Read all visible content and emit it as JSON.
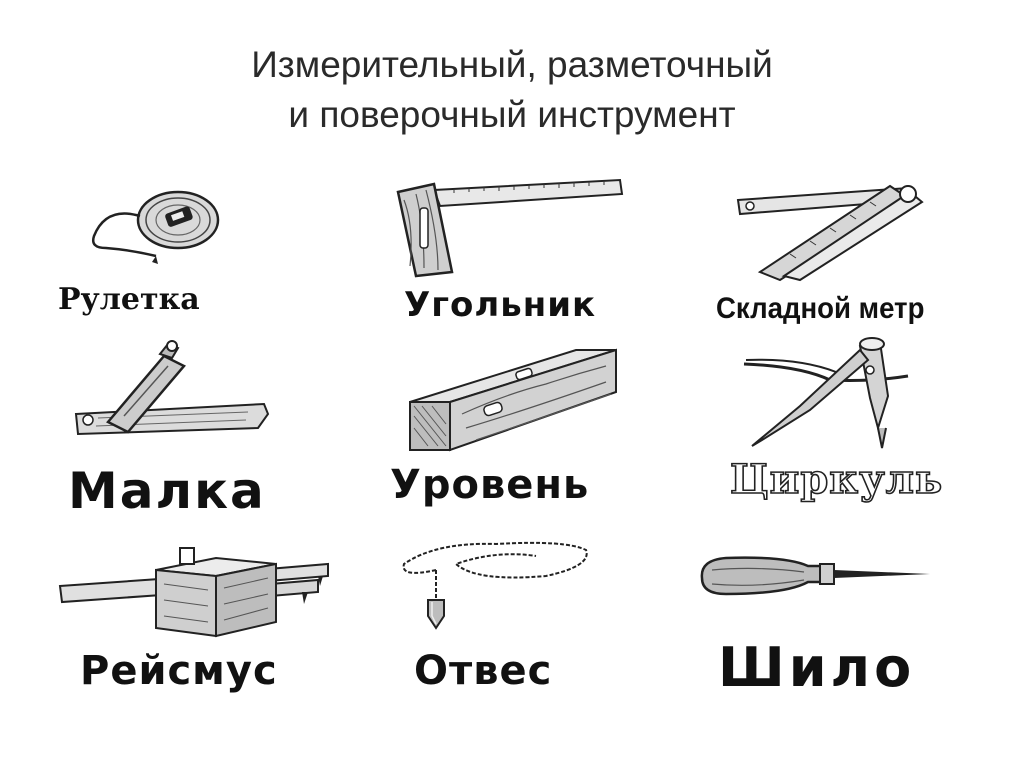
{
  "title": {
    "line1": "Измерительный, разметочный",
    "line2": "и поверочный инструмент"
  },
  "tools": {
    "ruletka": {
      "label": "Рулетка",
      "icon": "tape-measure-icon"
    },
    "ugolnik": {
      "label": "Угольник",
      "icon": "try-square-icon"
    },
    "metr": {
      "label": "Складной метр",
      "icon": "folding-ruler-icon"
    },
    "malka": {
      "label": "Малка",
      "icon": "bevel-gauge-icon"
    },
    "uroven": {
      "label": "Уровень",
      "icon": "spirit-level-icon"
    },
    "cirkul": {
      "label": "Циркуль",
      "icon": "compass-icon"
    },
    "reismus": {
      "label": "Рейсмус",
      "icon": "marking-gauge-icon"
    },
    "otves": {
      "label": "Отвес",
      "icon": "plumb-bob-icon"
    },
    "shilo": {
      "label": "Шило",
      "icon": "awl-icon"
    }
  }
}
